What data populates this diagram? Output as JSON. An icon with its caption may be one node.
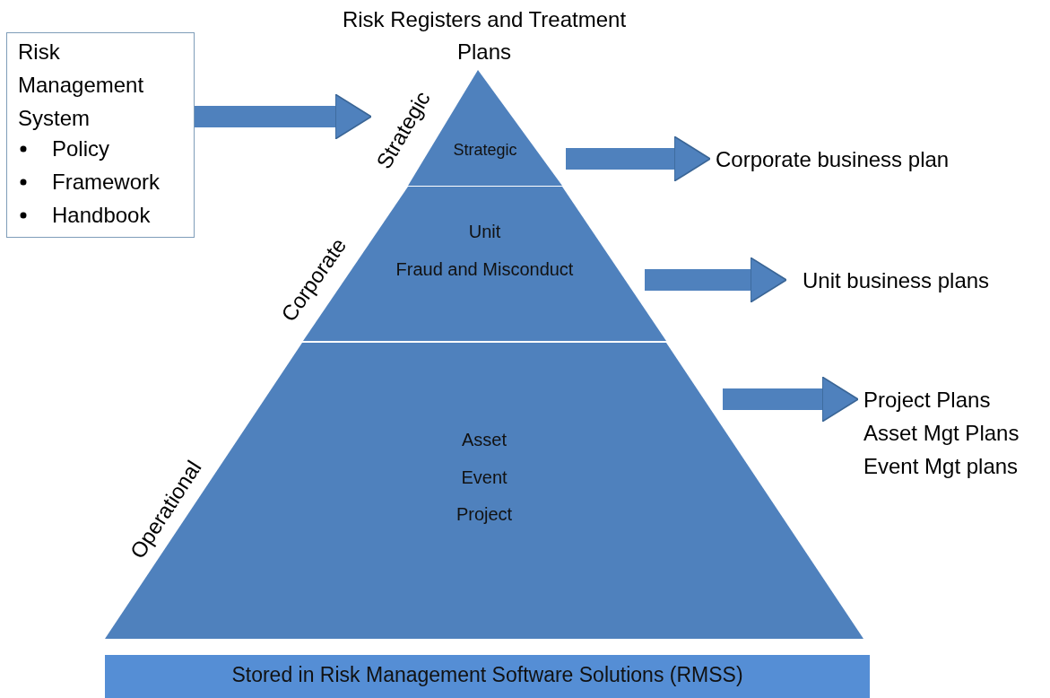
{
  "diagram": {
    "title": "Risk Registers and Treatment Plans",
    "nodes": [
      {
        "text": [
          "Risk Management System",
          "Policy",
          "Framework",
          "Handbook"
        ]
      },
      {
        "text": [
          "Strategic"
        ],
        "beside": [
          "Strategic"
        ]
      },
      {
        "text": [
          "Unit",
          "Fraud and Misconduct"
        ],
        "beside": [
          "Corporate"
        ]
      },
      {
        "text": [
          "Asset",
          "Event",
          "Project"
        ],
        "beside": [
          "Operational"
        ]
      },
      {
        "text": [
          "Corporate business plan"
        ]
      },
      {
        "text": [
          "Unit business plans"
        ]
      },
      {
        "text": [
          "Project Plans",
          "Asset Mgt Plans",
          "Event Mgt plans"
        ]
      },
      {
        "text": [
          "Stored in Risk Management Software Solutions (RMSS)"
        ]
      }
    ],
    "edges": [
      {
        "from": 0,
        "to": 1,
        "arrow": "to"
      },
      {
        "from": 1,
        "to": 4,
        "arrow": "to"
      },
      {
        "from": 2,
        "to": 5,
        "arrow": "to"
      },
      {
        "from": 3,
        "to": 6,
        "arrow": "to"
      }
    ]
  }
}
